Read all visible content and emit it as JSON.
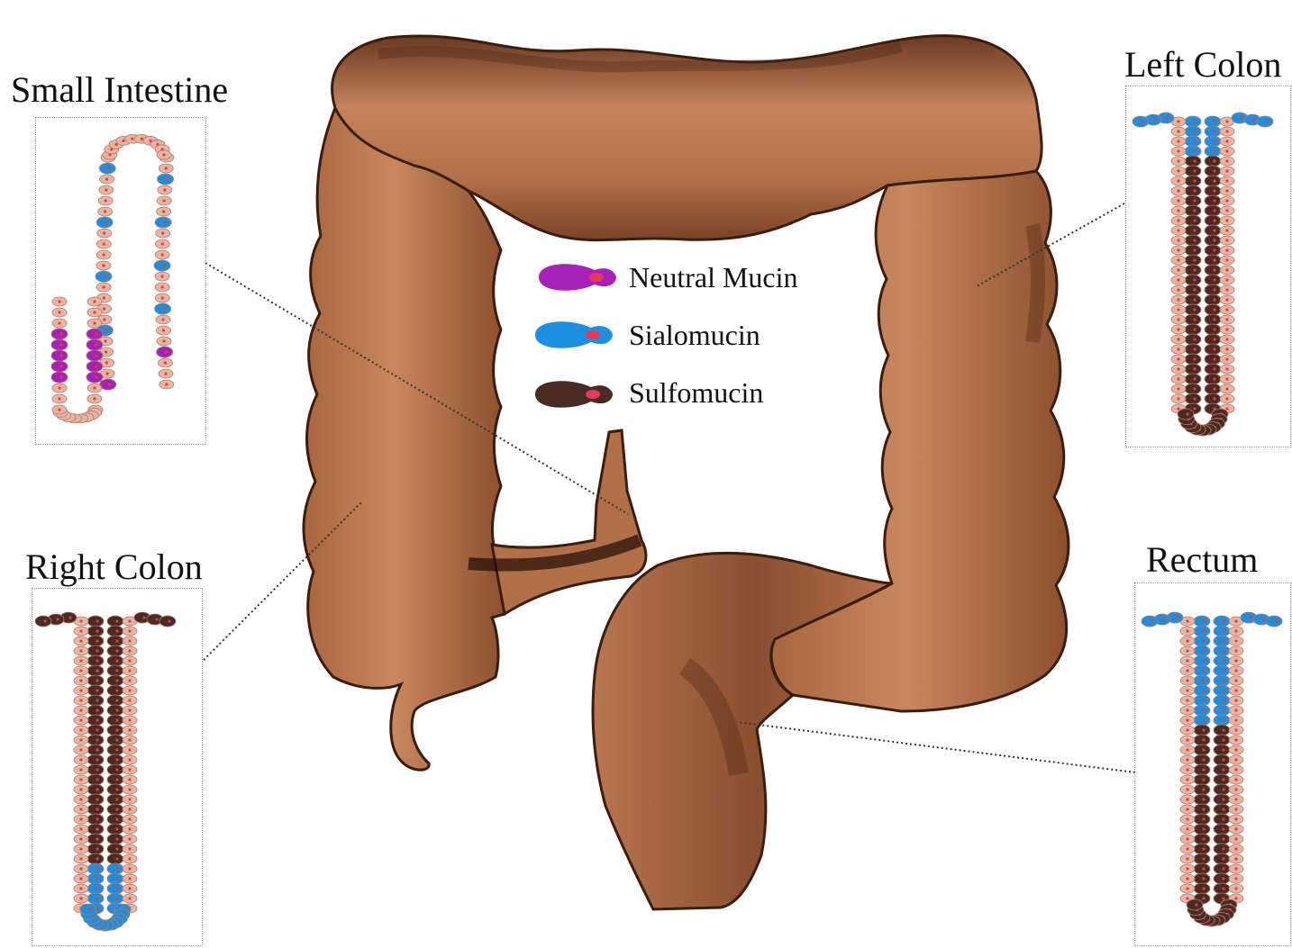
{
  "labels": {
    "small_intestine": "Small Intestine",
    "right_colon": "Right Colon",
    "left_colon": "Left Colon",
    "rectum": "Rectum"
  },
  "legend": [
    {
      "label": "Neutral Mucin",
      "color": "#a621b8"
    },
    {
      "label": "Sialomucin",
      "color": "#1e8fe0"
    },
    {
      "label": "Sulfomucin",
      "color": "#4a2a22"
    }
  ],
  "colors": {
    "colon": "#c07a56",
    "colon_shadow": "#5a2f1c",
    "colon_outline": "#3b1d10",
    "epithelium": "#e8b4a4",
    "nucleus": "#d7443d"
  }
}
